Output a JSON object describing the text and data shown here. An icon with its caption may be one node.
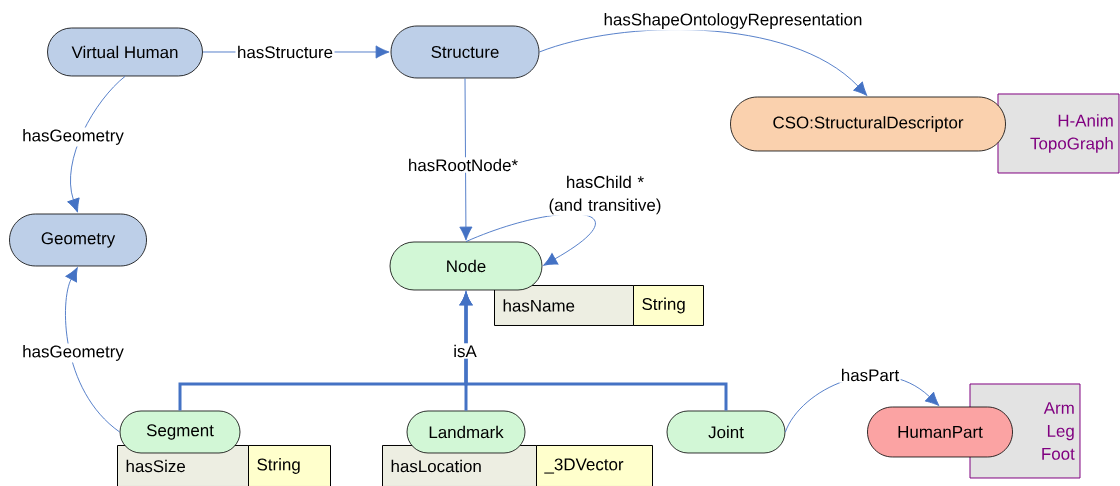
{
  "diagram": {
    "nodes": [
      {
        "text": [
          "Virtual Human"
        ]
      },
      {
        "text": [
          "Structure"
        ]
      },
      {
        "text": [
          "CSO:StructuralDescriptor"
        ]
      },
      {
        "text": [
          "H-Anim TopoGraph"
        ]
      },
      {
        "text": [
          "Geometry"
        ]
      },
      {
        "text": [
          "Node"
        ],
        "beside": [
          "hasName"
        ]
      },
      {
        "text": [
          "Segment"
        ],
        "beside": [
          "hasSize",
          "String"
        ]
      },
      {
        "text": [
          "Landmark"
        ],
        "beside": [
          "hasLocation",
          "_3DVector"
        ]
      },
      {
        "text": [
          "Joint"
        ]
      },
      {
        "text": [
          "HumanPart"
        ]
      },
      {
        "text": [
          "Arm Leg Foot"
        ]
      }
    ],
    "edges": [
      {
        "from": 0,
        "to": 1,
        "arrow": "to",
        "label": "hasStructure"
      },
      {
        "from": 0,
        "to": 4,
        "arrow": "to",
        "label": "hasGeometry"
      },
      {
        "from": 1,
        "to": 2,
        "arrow": "to",
        "label": "hasShapeOntologyRepresentation"
      },
      {
        "from": 1,
        "to": 5,
        "arrow": "to",
        "label": "hasRootNode*"
      },
      {
        "from": 5,
        "to": 5,
        "arrow": "to",
        "label": "hasChild * (and transitive)"
      },
      {
        "from": 6,
        "to": 4,
        "arrow": "to",
        "label": "hasGeometry"
      },
      {
        "from": 6,
        "to": 5,
        "arrow": "to",
        "style": "thick"
      },
      {
        "from": 7,
        "to": 5,
        "arrow": "to",
        "style": "thick",
        "label": "isA"
      },
      {
        "from": 8,
        "to": 5,
        "arrow": "to",
        "style": "thick"
      },
      {
        "from": 8,
        "to": 9,
        "arrow": "to",
        "label": "hasPart"
      }
    ],
    "labels": [
      "String"
    ]
  }
}
